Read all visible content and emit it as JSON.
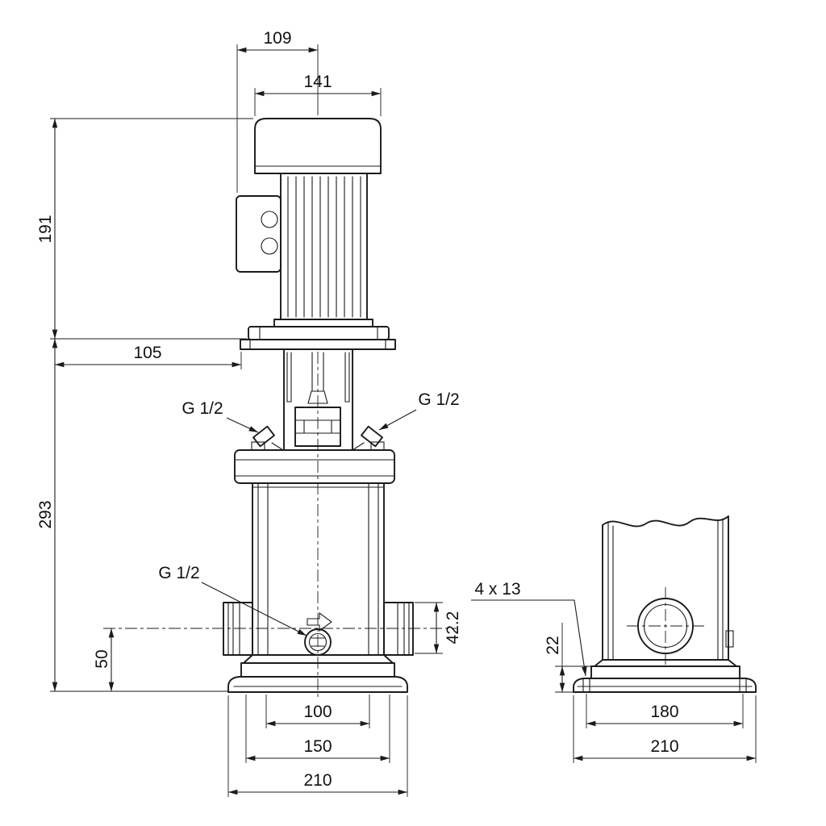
{
  "colors": {
    "line": "#1b1b1b",
    "background": "#ffffff"
  },
  "front_view": {
    "dim_109": "109",
    "dim_141": "141",
    "dim_191": "191",
    "dim_105": "105",
    "dim_293": "293",
    "plug_top_left": "G 1/2",
    "plug_top_right": "G 1/2",
    "plug_drain": "G 1/2",
    "dim_50": "50",
    "dim_42_2": "42.2",
    "dim_100": "100",
    "dim_150": "150",
    "dim_210": "210"
  },
  "side_view": {
    "holes": "4 x 13",
    "dim_22": "22",
    "dim_180": "180",
    "dim_210": "210"
  }
}
